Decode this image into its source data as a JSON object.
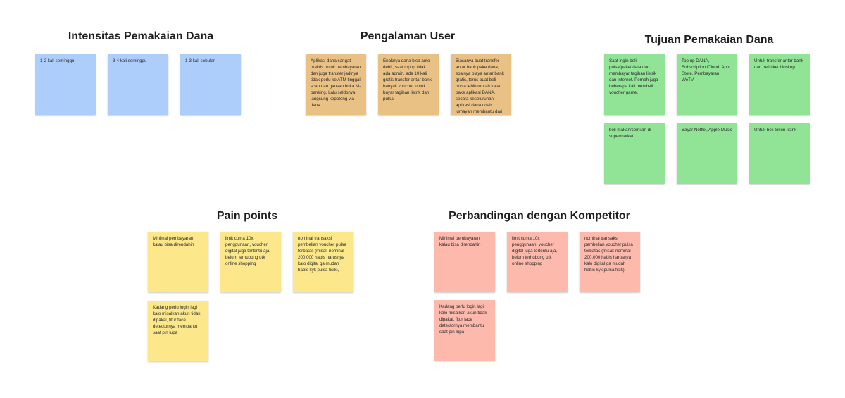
{
  "colors": {
    "blue": "#adcdfb",
    "orange": "#eac185",
    "green": "#91e396",
    "yellow": "#fce88a",
    "salmon": "#fdb9ac"
  },
  "groups": {
    "intensitas": {
      "title": "Intensitas Pemakaian Dana",
      "notes": [
        "1-2 kali seminggu",
        "3-4 kali seminggu",
        "1-3 kali sebulan"
      ]
    },
    "pengalaman": {
      "title": "Pengalaman User",
      "notes": [
        "Aplikasi dana sangat praktis untuk pembayaran dan juga transfer jadinya tidak perlu ke ATM tinggal scan dan gausah buka M-banking. Lalu saldonya langsung kepotong via dana",
        "Enaknya dana bisa auto debit, saat topup tidak ada admin, ada 10 kali gratis transfer antar bank, banyak voucher untuk bayar tagihan listrik dan pulsa.",
        "Biasanya buat transfer antar bank pake dana, soalnya biaya antar bank gratis, terus buat beli pulsa lebih murah kalau pake aplikasi DANA, secara keseluruhan aplikasi dana udah lumayan membantu dari segi fitur transaksinya"
      ]
    },
    "tujuan": {
      "title": "Tujuan Pemakaian Dana",
      "notes": [
        "Saat ingin beli pulsa/paket data dan membayar tagihan listrik dan internet. Pernah juga beberapa kali membeli voucher game.",
        "Top up DANA, Subscription iCloud, App Store, Pembayaran WeTV",
        "Untuk transfer antar bank dan beli tiket bioskop",
        "beli makan/cemilan  di supermarket",
        "Bayar Netflix, Apple Music",
        "Untuk beli token listrik"
      ]
    },
    "pain": {
      "title": "Pain points",
      "notes": [
        "Minimal pembayaran kalau bisa direndahin",
        "limit cuma 10x penggunaan, voucher digital juga tertentu aja, belum terhubung utk online shopping",
        "nominal transaksi pembelian voucher pulsa terbatas (misal: nominal 200.000 habis harusnya kalo digital ga mudah habis kyk pulsa fisik),",
        "Kadang perlu login lagi kalo misalkan akun tidak dipakai, fitur face detectornya membantu saat pin lupa"
      ]
    },
    "kompetitor": {
      "title": "Perbandingan dengan Kompetitor",
      "notes": [
        "Minimal pembayaran kalau bisa direndahin",
        "limit cuma 10x penggunaan, voucher digital juga tertentu aja, belum terhubung utk online shopping",
        "nominal transaksi pembelian voucher pulsa terbatas (misal: nominal 200.000 habis harusnya kalo digital ga mudah habis kyk pulsa fisik),",
        "Kadang perlu login lagi kalo misalkan akun tidak dipakai, fitur face detectornya membantu saat pin lupa"
      ]
    }
  }
}
